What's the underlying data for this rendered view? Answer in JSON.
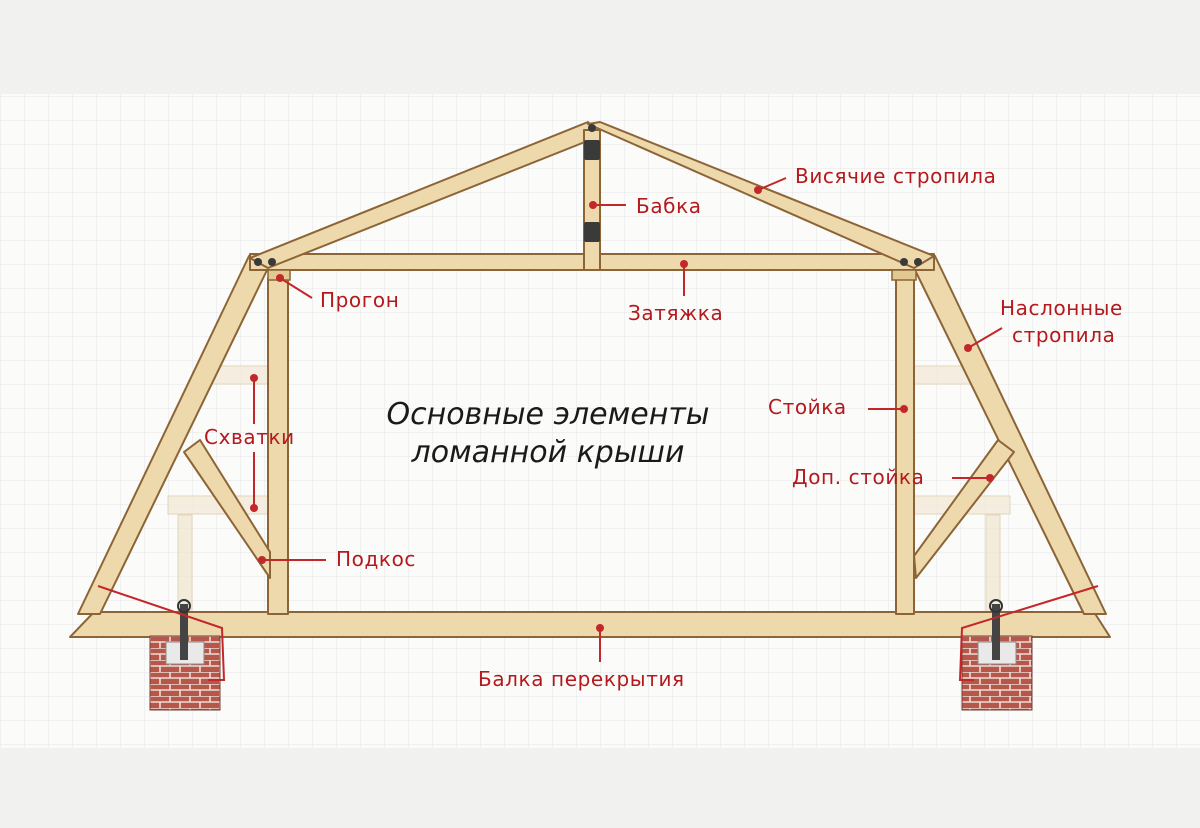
{
  "title": {
    "line1": "Основные элементы",
    "line2": "ломанной крыши"
  },
  "labels": {
    "hanging_rafters": "Висячие стропила",
    "king_post": "Бабка",
    "purlin": "Прогон",
    "tie_beam": "Затяжка",
    "layered_rafters_1": "Наслонные",
    "layered_rafters_2": "стропила",
    "post": "Стойка",
    "extra_post": "Доп. стойка",
    "ties": "Схватки",
    "strut": "Подкос",
    "floor_beam": "Балка перекрытия"
  },
  "colors": {
    "background": "#f1f1f0",
    "panel": "#fbfbfa",
    "grid": "#e4e4e4",
    "wood": "#eed9ac",
    "wood_edge": "#8c6436",
    "label": "#b4191d",
    "leader": "#c4272a",
    "title": "#1a1a1a",
    "brick": "#b7574a",
    "mortar": "#ecdcd6"
  }
}
